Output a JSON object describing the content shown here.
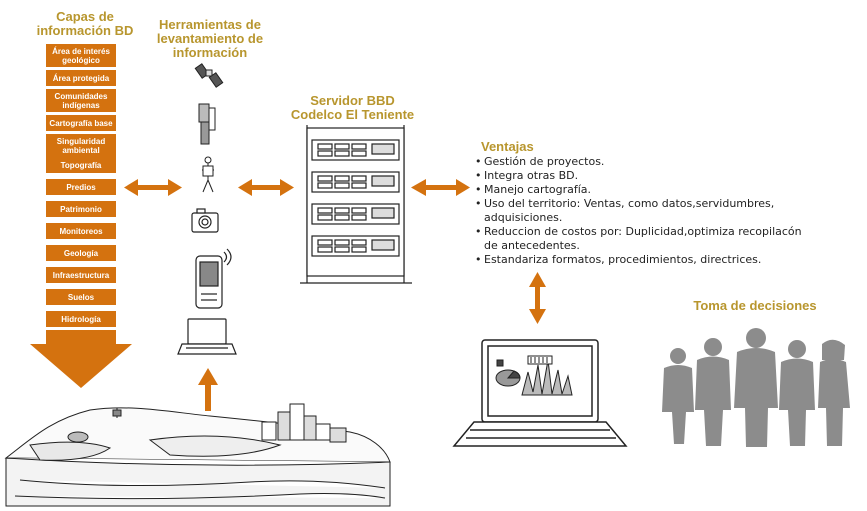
{
  "colors": {
    "accent": "#d4720f",
    "heading": "#b8962e",
    "people": "#8c8c8c"
  },
  "layers": {
    "title": "Capas de información BD",
    "items": [
      "Área de interés geológico",
      "Área protegida",
      "Comunidades indígenas",
      "Cartografía base",
      "Singularidad ambiental",
      "Topografía",
      "Predios",
      "Patrimonio",
      "Monitoreos",
      "Geología",
      "Infraestructura",
      "Suelos",
      "Hidrología"
    ]
  },
  "tools": {
    "title": "Herramientas de levantamiento de información",
    "icons": [
      "satellite-icon",
      "gps-station-icon",
      "surveyor-icon",
      "camera-icon",
      "mobile-gps-icon",
      "laptop-icon"
    ]
  },
  "server": {
    "title": "Servidor BBD Codelco El Teniente"
  },
  "advantages": {
    "title": "Ventajas",
    "items": [
      "Gestión de proyectos.",
      "Integra otras BD.",
      "Manejo cartografía.",
      "Uso del territorio: Ventas, como datos,servidumbres, adquisiciones.",
      "Reduccion de costos por: Duplicidad,optimiza recopilacón de antecedentes.",
      "Estandariza formatos, procedimientos, directrices."
    ]
  },
  "decisions": {
    "title": "Toma de decisiones"
  }
}
